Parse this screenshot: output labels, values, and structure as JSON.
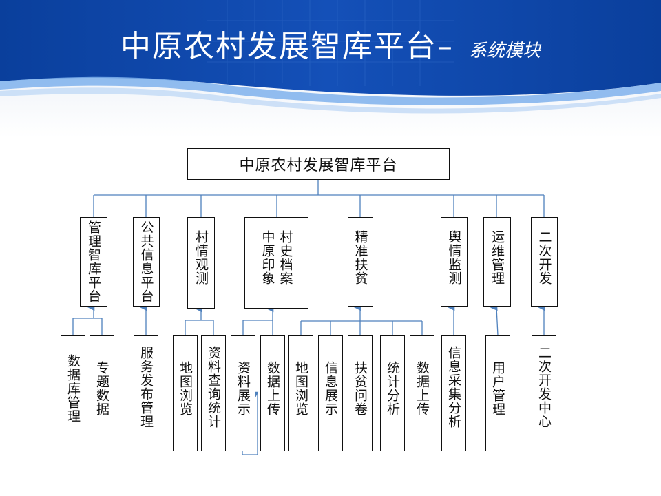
{
  "slide": {
    "title_main": "中原农村发展智库平台",
    "title_dash": "–",
    "title_sub": "系统模块"
  },
  "diagram": {
    "root": "中原农村发展智库平台",
    "modules": [
      {
        "label": "管理智库平台",
        "children": [
          "数据库管理",
          "专题数据"
        ]
      },
      {
        "label": "公共信息平台",
        "children": [
          "服务发布管理"
        ]
      },
      {
        "label": "村情观测",
        "children": [
          "地图浏览",
          "资料查询统计"
        ]
      },
      {
        "label": "村史档案中原印象",
        "lines": [
          "村史档案",
          "中原印象"
        ],
        "children": [
          "资料展示",
          "数据上传"
        ]
      },
      {
        "label": "精准扶贫",
        "children": [
          "地图浏览",
          "信息展示",
          "扶贫问卷",
          "统计分析",
          "数据上传"
        ]
      },
      {
        "label": "舆情监测",
        "children": [
          "信息采集分析"
        ]
      },
      {
        "label": "运维管理",
        "children": [
          "用户管理"
        ]
      },
      {
        "label": "二次开发",
        "children": [
          "二次开发中心"
        ]
      }
    ]
  },
  "colors": {
    "banner_dark": "#0a3f9c",
    "banner_light": "#2f78d6",
    "connector": "#4f81bd",
    "box_border": "#111111"
  }
}
